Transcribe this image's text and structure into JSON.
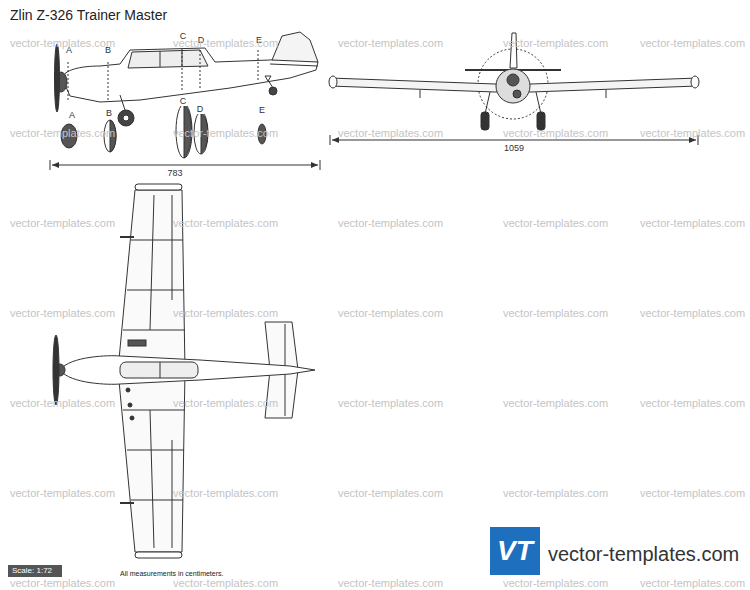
{
  "diagram": {
    "title": "Zlin Z-326 Trainer Master",
    "nodes": [
      {
        "text": [
          "VT"
        ]
      }
    ],
    "labels": [
      "A",
      "B",
      "C",
      "D",
      "E",
      "A",
      "B",
      "C",
      "D",
      "E",
      "783",
      "1059",
      "Scale: 1:72",
      "All measurements in centimeters.",
      "vector-templates.com",
      "vector-templates.com",
      "vector-templates.com",
      "vector-templates.com",
      "vector-templates.com",
      "vector-templates.com",
      "vector-templates.com",
      "vector-templates.com",
      "vector-templates.com",
      "vector-templates.com",
      "vector-templates.com",
      "vector-templates.com",
      "vector-templates.com",
      "vector-templates.com",
      "vector-templates.com",
      "vector-templates.com",
      "vector-templates.com",
      "vector-templates.com",
      "vector-templates.com",
      "vector-templates.com",
      "vector-templates.com",
      "vector-templates.com",
      "vector-templates.com",
      "vector-templates.com",
      "vector-templates.com",
      "vector-templates.com",
      "vector-templates.com",
      "vector-templates.com",
      "vector-templates.com",
      "vector-templates.com",
      "vector-templates.com",
      "vector-templates.com",
      "vector-templates.com",
      "vector-templates.com",
      "vector-templates.com",
      "vector-templates.com"
    ]
  }
}
